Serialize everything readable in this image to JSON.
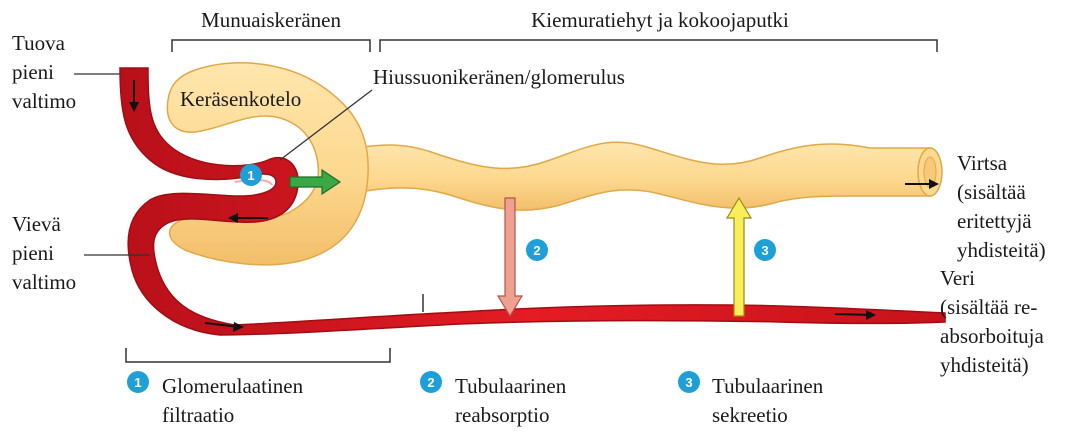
{
  "headers": {
    "glomerulus_section": "Munuaiskeränen",
    "tubule_section": "Kiemuratiehyt ja kokoojaputki"
  },
  "labels": {
    "afferent": [
      "Tuova",
      "pieni",
      "valtimo"
    ],
    "efferent": [
      "Vievä",
      "pieni",
      "valtimo"
    ],
    "capsule": "Keräsenkotelo",
    "capillaries": "Hiussuonikeränen/glomerulus",
    "urine": [
      "Virtsa",
      "(sisältää",
      "eritettyjä",
      "yhdisteitä)"
    ],
    "blood": [
      "Veri",
      "(sisältää re-",
      "absorboituja",
      "yhdisteitä)"
    ]
  },
  "steps": [
    {
      "num": "1",
      "lines": [
        "Glomerulaatinen",
        "filtraatio"
      ]
    },
    {
      "num": "2",
      "lines": [
        "Tubulaarinen",
        "reabsorptio"
      ]
    },
    {
      "num": "3",
      "lines": [
        "Tubulaarinen",
        "sekreetio"
      ]
    }
  ],
  "colors": {
    "vessel": "#e0161d",
    "vessel_dark": "#a10d12",
    "tubule": "#fdd88f",
    "tubule_edge": "#e2a848",
    "badge": "#1e9fd8",
    "filtration_arrow": "#3aa845",
    "reabsorption_arrow": "#f0a090",
    "secretion_arrow": "#f8ee5a"
  },
  "icons": {
    "flow_arrow": "arrow-icon",
    "step_badge": "numbered-circle-icon"
  }
}
